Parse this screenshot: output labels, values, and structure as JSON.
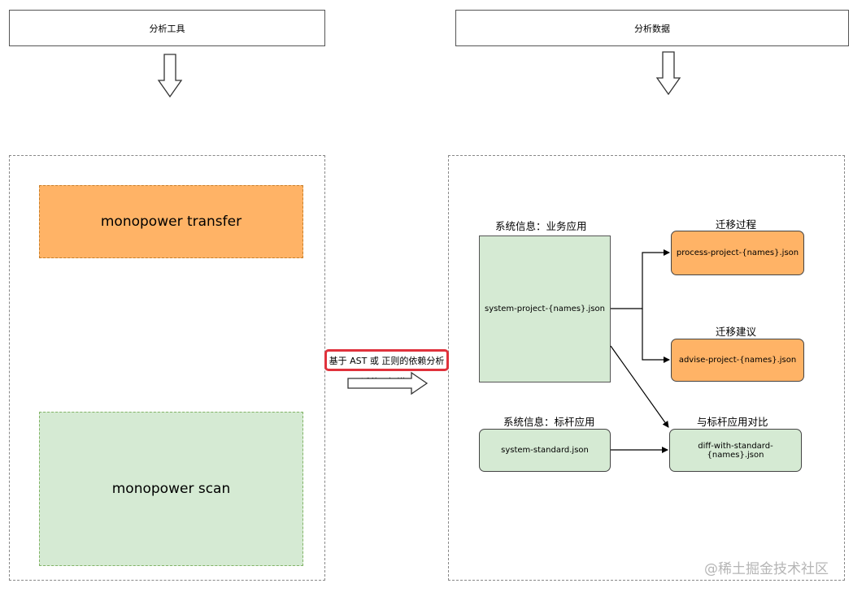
{
  "top_left_header": "分析工具",
  "top_right_header": "分析数据",
  "tools": {
    "transfer_label": "monopower transfer",
    "scan_label": "monopower scan"
  },
  "middle": {
    "method_label": "基于 AST 或 正则的依赖分析",
    "action_label": "迁移 / 扫描"
  },
  "data_panel": {
    "business_caption": "系统信息：业务应用",
    "business_file": "system-project-{names}.json",
    "process_caption": "迁移过程",
    "process_file": "process-project-{names}.json",
    "advise_caption": "迁移建议",
    "advise_file": "advise-project-{names}.json",
    "standard_caption": "系统信息：标杆应用",
    "standard_file": "system-standard.json",
    "diff_caption": "与标杆应用对比",
    "diff_file": "diff-with-standard-{names}.json"
  },
  "watermark": "@稀土掘金技术社区",
  "colors": {
    "orange_fill": "#ffb366",
    "green_fill": "#d5ead3",
    "highlight_border": "#e0323c"
  }
}
